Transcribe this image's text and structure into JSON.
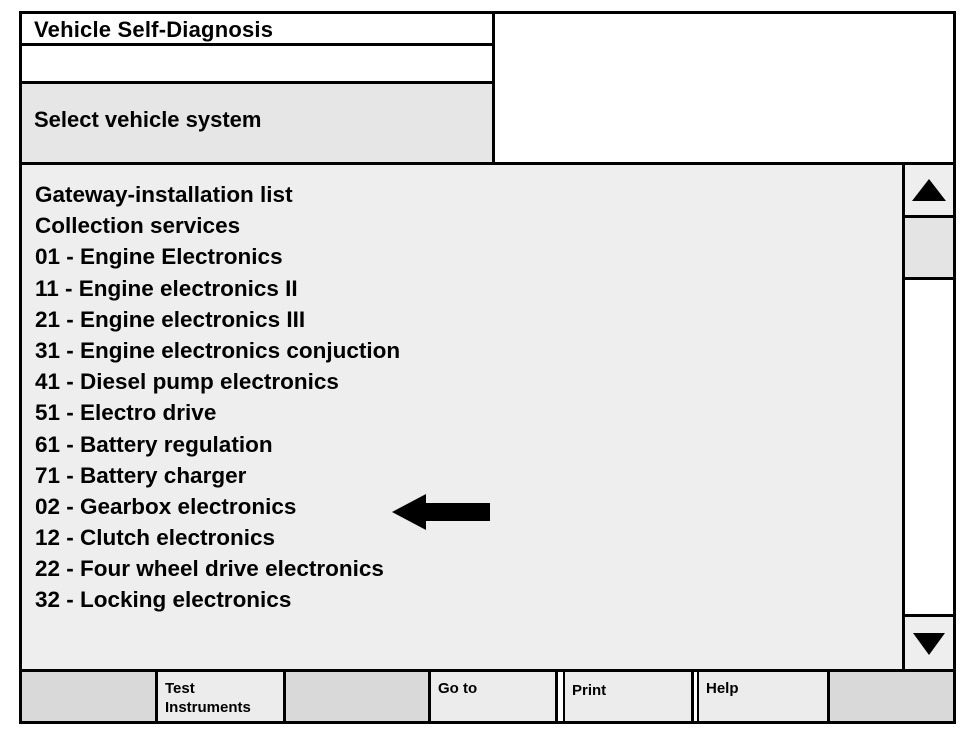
{
  "header": {
    "title": "Vehicle Self-Diagnosis",
    "subtitle": "",
    "prompt": "Select vehicle system"
  },
  "list": {
    "items": [
      "Gateway-installation list",
      "Collection services",
      "01 - Engine Electronics",
      "11 - Engine electronics II",
      "21 - Engine electronics III",
      "31 - Engine electronics conjuction",
      "41 - Diesel pump electronics",
      "51 - Electro drive",
      "61 - Battery regulation",
      "71 - Battery charger",
      "02 - Gearbox electronics",
      "12 - Clutch electronics",
      "22 - Four wheel drive electronics",
      "32 - Locking electronics"
    ],
    "arrow_indicator": "arrow-left-icon"
  },
  "scrollbar": {
    "up_icon": "triangle-up-icon",
    "down_icon": "triangle-down-icon"
  },
  "buttons": {
    "b1": "",
    "b2_line1": "Test",
    "b2_line2": "Instruments",
    "b3": "",
    "b4": "Go to",
    "b5": "Print",
    "b6": "Help",
    "b7": ""
  }
}
